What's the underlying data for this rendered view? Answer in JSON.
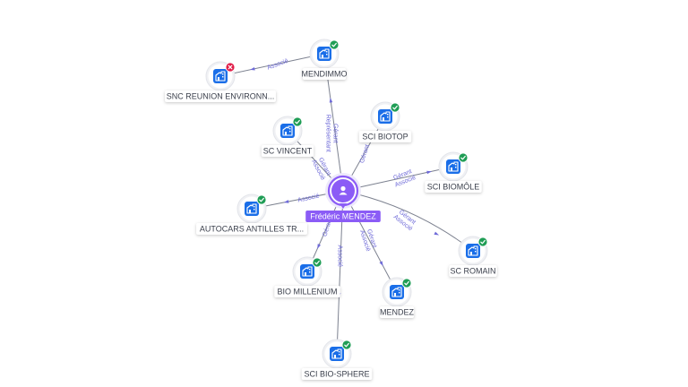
{
  "center": {
    "name": "Frédéric MENDEZ",
    "icon": "person-icon",
    "color": "#8b5cf6"
  },
  "colors": {
    "company_icon": "#1a6ee8",
    "status_active": "#1f9d55",
    "status_closed": "#e11d48",
    "relation_text": "#6e6ad8",
    "edge": "#7d8290"
  },
  "companies": [
    {
      "id": "mendimmo",
      "label": "MENDIMMO",
      "status": "active",
      "icon": "company-building-icon"
    },
    {
      "id": "snc-reunion",
      "label": "SNC REUNION ENVIRONN...",
      "status": "closed",
      "icon": "company-building-icon"
    },
    {
      "id": "sci-biotop",
      "label": "SCI BIOTOP",
      "status": "active",
      "icon": "company-building-icon"
    },
    {
      "id": "sc-vincent",
      "label": "SC VINCENT",
      "status": "active",
      "icon": "company-building-icon"
    },
    {
      "id": "sci-biomole",
      "label": "SCI BIOMÔLE",
      "status": "active",
      "icon": "company-building-icon"
    },
    {
      "id": "autocars",
      "label": "AUTOCARS ANTILLES TR...",
      "status": "active",
      "icon": "company-building-icon"
    },
    {
      "id": "sc-romain",
      "label": "SC ROMAIN",
      "status": "active",
      "icon": "company-building-icon"
    },
    {
      "id": "bio-millenium",
      "label": "BIO MILLENIUM",
      "status": "active",
      "icon": "company-building-icon"
    },
    {
      "id": "mendez",
      "label": "MENDEZ",
      "status": "active",
      "icon": "company-building-icon"
    },
    {
      "id": "sci-bio-sphere",
      "label": "SCI BIO-SPHERE",
      "status": "active",
      "icon": "company-building-icon"
    }
  ],
  "edges": [
    {
      "from": "center",
      "to": "mendimmo",
      "labels": [
        "Gérant",
        "Représentant"
      ]
    },
    {
      "from": "mendimmo",
      "to": "snc-reunion",
      "labels": [
        "Associé"
      ]
    },
    {
      "from": "center",
      "to": "sci-biotop",
      "labels": [
        "Gérant"
      ]
    },
    {
      "from": "center",
      "to": "sc-vincent",
      "labels": [
        "Gérant",
        "Associé"
      ]
    },
    {
      "from": "center",
      "to": "sci-biomole",
      "labels": [
        "Gérant",
        "Associé"
      ]
    },
    {
      "from": "center",
      "to": "autocars",
      "labels": [
        "Associé"
      ]
    },
    {
      "from": "center",
      "to": "sc-romain",
      "labels": [
        "Gérant",
        "Associé"
      ]
    },
    {
      "from": "center",
      "to": "bio-millenium",
      "labels": [
        "Gérant"
      ]
    },
    {
      "from": "center",
      "to": "mendez",
      "labels": [
        "Gérant",
        "Associé"
      ]
    },
    {
      "from": "center",
      "to": "sci-bio-sphere",
      "labels": [
        "Associé"
      ]
    }
  ]
}
